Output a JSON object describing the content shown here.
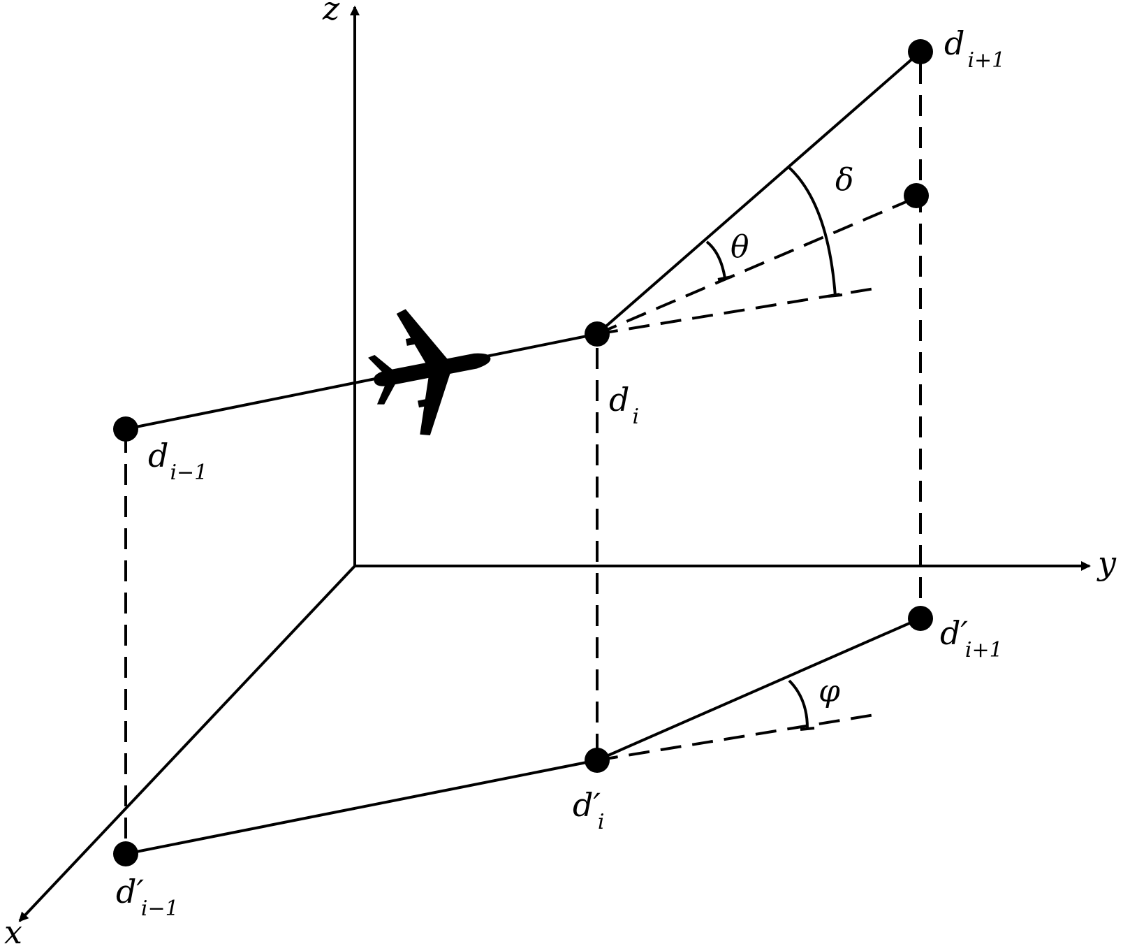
{
  "axes": {
    "z": "z",
    "y": "y",
    "x": "x"
  },
  "points": {
    "d_prev": {
      "base": "d",
      "prime": "",
      "sub": "i−1"
    },
    "d_i": {
      "base": "d",
      "prime": "",
      "sub": "i"
    },
    "d_next": {
      "base": "d",
      "prime": "",
      "sub": "i+1"
    },
    "dp_prev": {
      "base": "d",
      "prime": "′",
      "sub": "i−1"
    },
    "dp_i": {
      "base": "d",
      "prime": "′",
      "sub": "i"
    },
    "dp_next": {
      "base": "d",
      "prime": "′",
      "sub": "i+1"
    }
  },
  "angles": {
    "theta": "θ",
    "delta": "δ",
    "phi": "φ"
  },
  "icons": {
    "aircraft": "airplane-icon"
  },
  "colors": {
    "ink": "#000000",
    "background": "#ffffff"
  }
}
